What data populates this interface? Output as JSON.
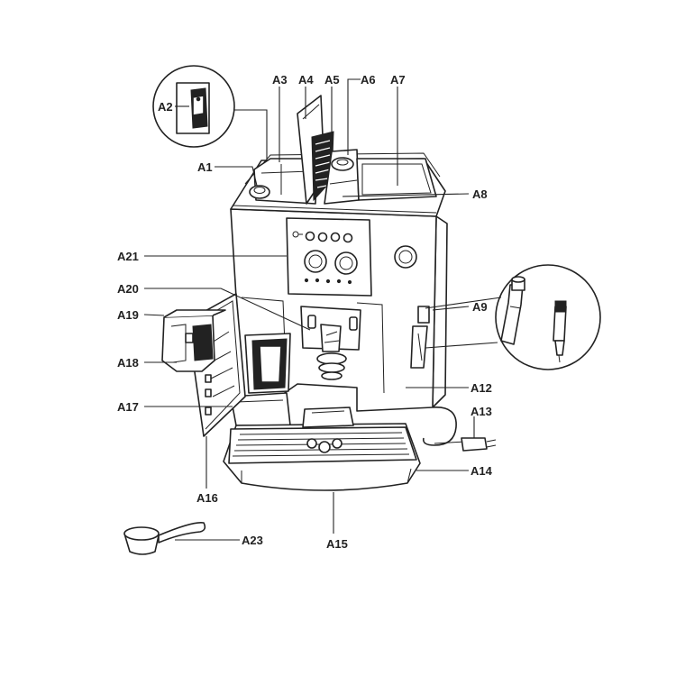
{
  "labels": {
    "a1": "A1",
    "a2": "A2",
    "a3": "A3",
    "a4": "A4",
    "a5": "A5",
    "a6": "A6",
    "a7": "A7",
    "a8": "A8",
    "a9": "A9",
    "a12": "A12",
    "a13": "A13",
    "a14": "A14",
    "a15": "A15",
    "a16": "A16",
    "a17": "A17",
    "a18": "A18",
    "a19": "A19",
    "a20": "A20",
    "a21": "A21",
    "a23": "A23"
  },
  "colors": {
    "line": "#222222",
    "background": "#ffffff"
  }
}
